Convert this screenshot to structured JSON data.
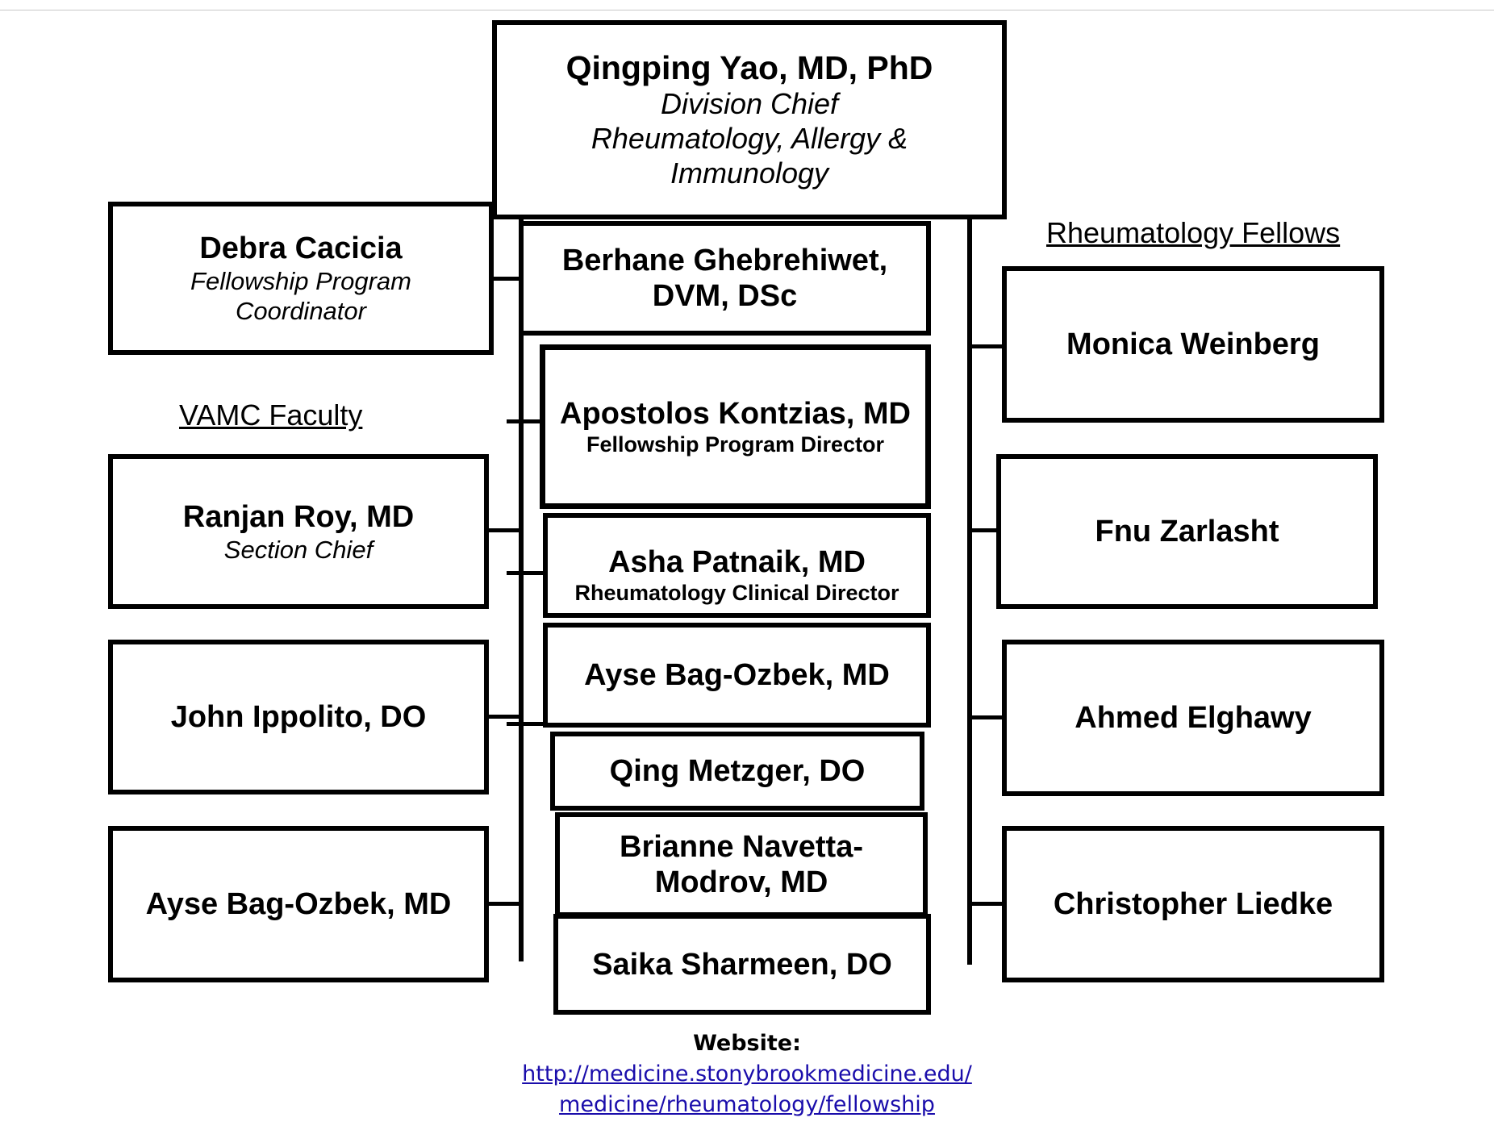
{
  "chief": {
    "name": "Qingping Yao, MD, PhD",
    "title": "Division Chief",
    "department_line1": "Rheumatology, Allergy &",
    "department_line2": "Immunology"
  },
  "coordinator": {
    "name": "Debra Cacicia",
    "role_line1": "Fellowship Program",
    "role_line2": "Coordinator"
  },
  "headings": {
    "vamc": "VAMC Faculty",
    "fellows": "Rheumatology Fellows"
  },
  "faculty": [
    {
      "name_line1": "Berhane Ghebrehiwet,",
      "name_line2": "DVM, DSc"
    },
    {
      "name": "Apostolos Kontzias, MD",
      "role": "Fellowship Program Director"
    },
    {
      "name": "Asha Patnaik, MD",
      "role": "Rheumatology Clinical Director"
    },
    {
      "name": "Ayse Bag-Ozbek, MD"
    },
    {
      "name": "Qing Metzger, DO"
    },
    {
      "name_line1": "Brianne Navetta-",
      "name_line2": "Modrov, MD"
    },
    {
      "name": "Saika Sharmeen, DO"
    }
  ],
  "vamc_faculty": [
    {
      "name": "Ranjan Roy, MD",
      "role": "Section Chief"
    },
    {
      "name": "John Ippolito, DO"
    },
    {
      "name": "Ayse Bag-Ozbek, MD"
    }
  ],
  "fellows": [
    {
      "name": "Monica Weinberg"
    },
    {
      "name": "Fnu Zarlasht"
    },
    {
      "name": "Ahmed Elghawy"
    },
    {
      "name": "Christopher Liedke"
    }
  ],
  "website": {
    "label": "Website:",
    "url_line1": "http://medicine.stonybrookmedicine.edu/",
    "url_line2": "medicine/rheumatology/fellowship"
  }
}
